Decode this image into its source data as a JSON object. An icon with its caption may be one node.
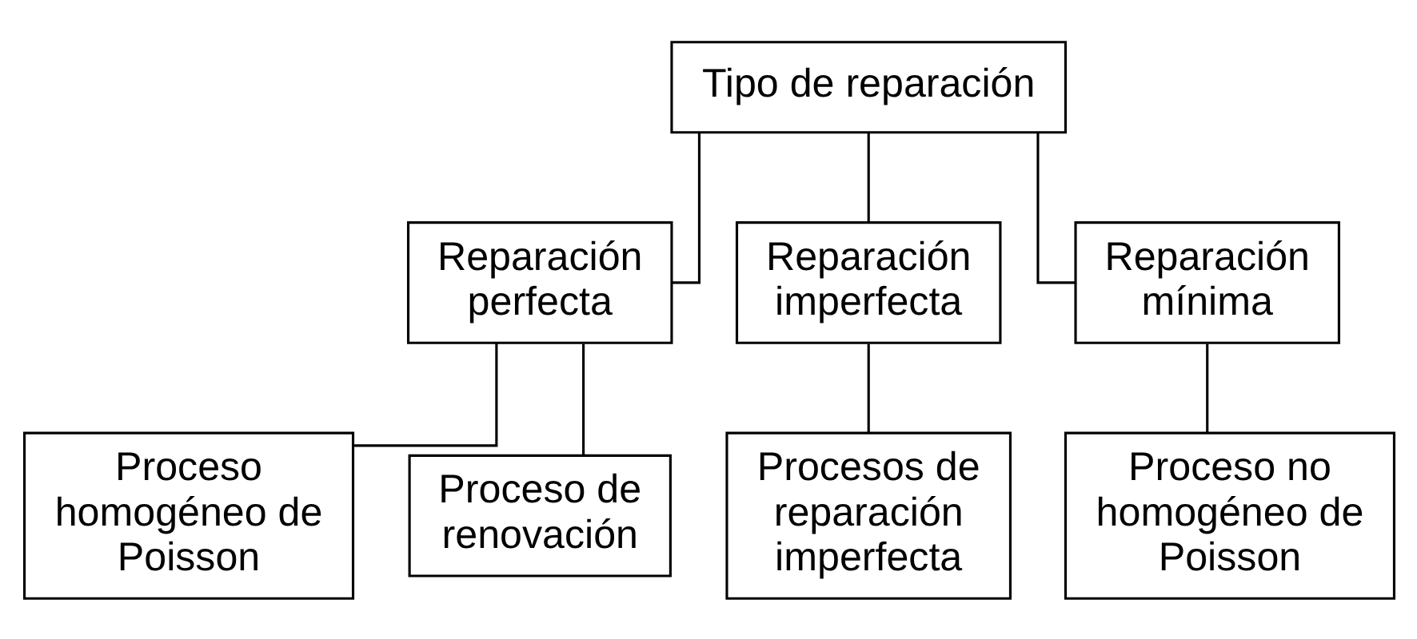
{
  "diagram": {
    "nodes": [
      {
        "text": [
          "Tipo de reparación"
        ]
      },
      {
        "text": [
          "Reparación perfecta"
        ]
      },
      {
        "text": [
          "Reparación imperfecta"
        ]
      },
      {
        "text": [
          "Reparación mínima"
        ]
      },
      {
        "text": [
          "Proceso homogéneo de Poisson"
        ]
      },
      {
        "text": [
          "Proceso de renovación"
        ]
      },
      {
        "text": [
          "Procesos de reparación imperfecta"
        ]
      },
      {
        "text": [
          "Proceso no homogéneo de Poisson"
        ]
      }
    ],
    "edges": [
      {
        "from": 0,
        "to": 1,
        "arrow": "none"
      },
      {
        "from": 0,
        "to": 2,
        "arrow": "none"
      },
      {
        "from": 0,
        "to": 3,
        "arrow": "none"
      },
      {
        "from": 1,
        "to": 4,
        "arrow": "none"
      },
      {
        "from": 1,
        "to": 5,
        "arrow": "none"
      },
      {
        "from": 2,
        "to": 6,
        "arrow": "none"
      },
      {
        "from": 3,
        "to": 7,
        "arrow": "none"
      }
    ]
  }
}
